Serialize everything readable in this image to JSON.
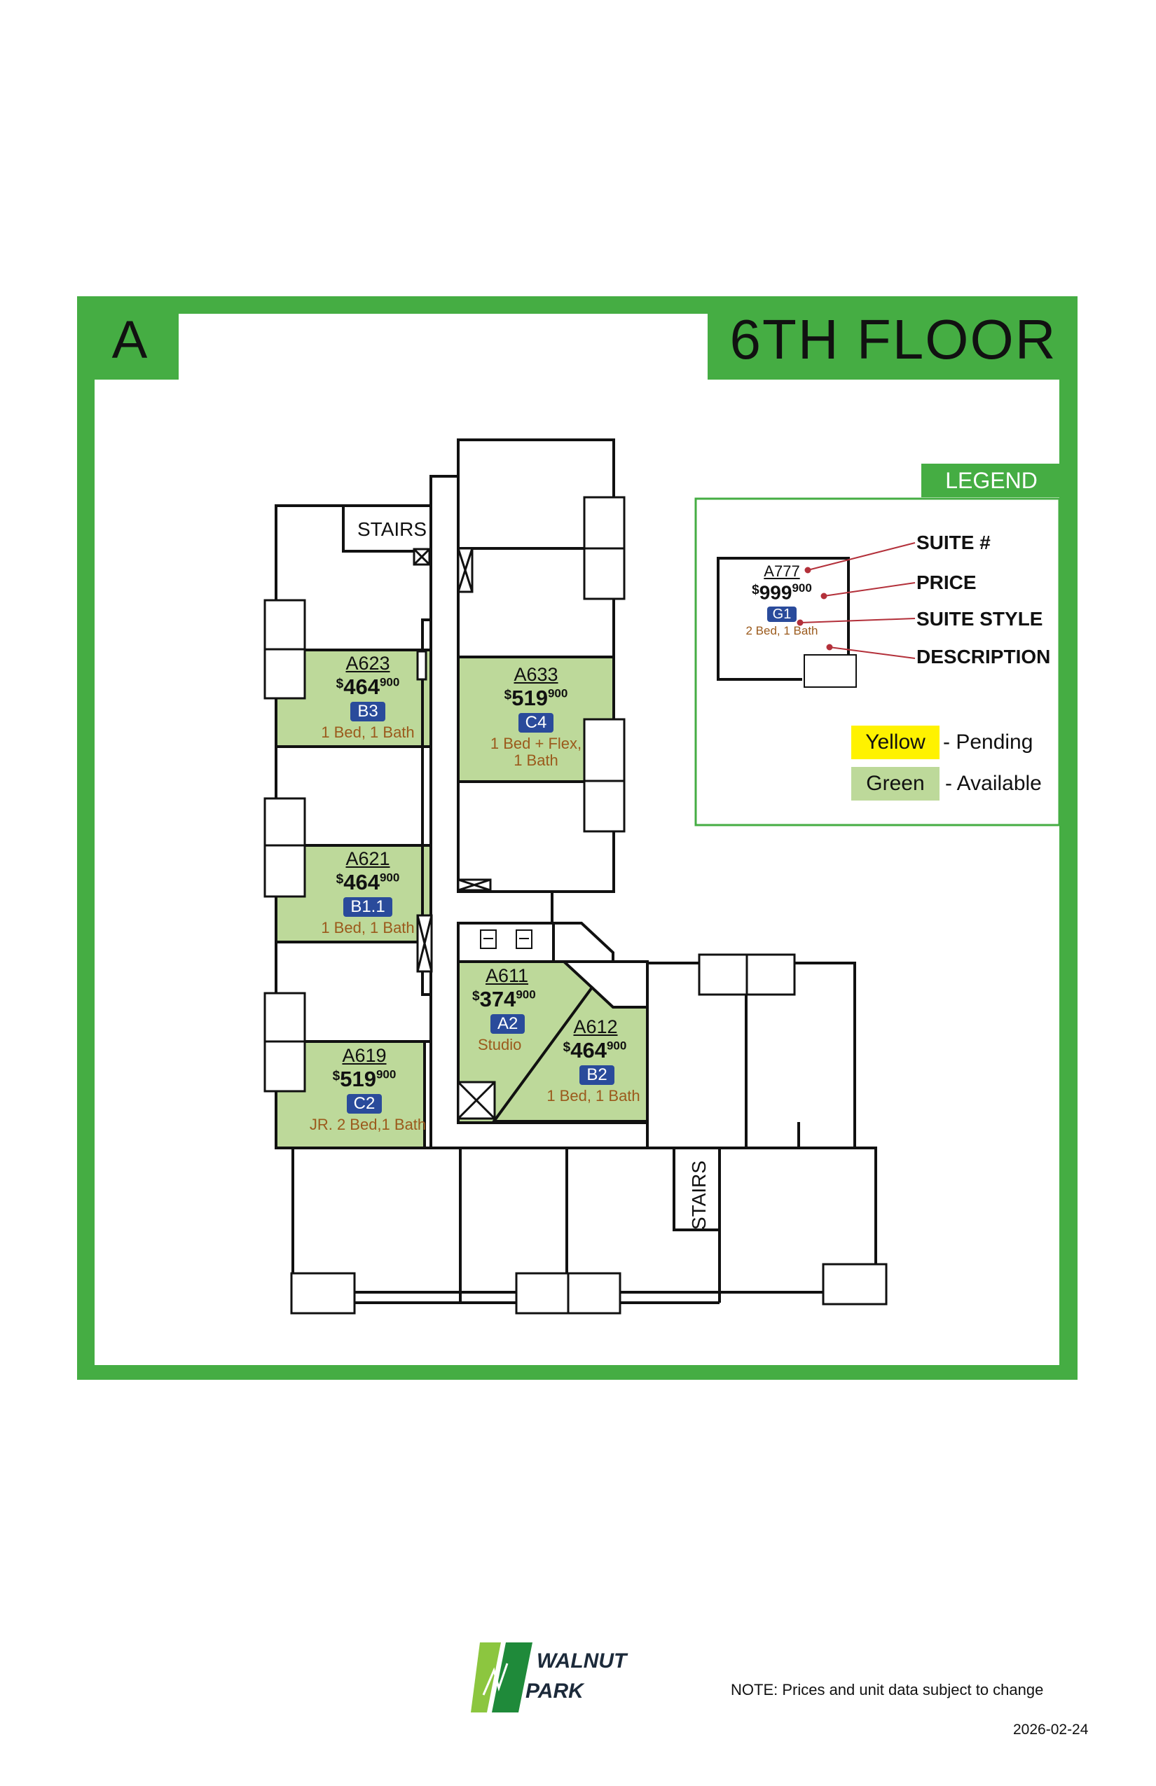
{
  "header": {
    "building": "A",
    "floor": "6TH FLOOR"
  },
  "colors": {
    "frame_green": "#45ad43",
    "available_green": "#bdd99a",
    "pending_yellow": "#fff200",
    "style_badge_blue": "#2a4b9b",
    "description_brown": "#9b5a1c"
  },
  "suites": [
    {
      "number": "A623",
      "price_currency": "$",
      "price_main": "464",
      "price_cents": "900",
      "style": "B3",
      "description": "1 Bed, 1 Bath",
      "status": "Available"
    },
    {
      "number": "A633",
      "price_currency": "$",
      "price_main": "519",
      "price_cents": "900",
      "style": "C4",
      "description": "1 Bed + Flex,\n1 Bath",
      "status": "Available"
    },
    {
      "number": "A621",
      "price_currency": "$",
      "price_main": "464",
      "price_cents": "900",
      "style": "B1.1",
      "description": "1 Bed, 1 Bath",
      "status": "Available"
    },
    {
      "number": "A611",
      "price_currency": "$",
      "price_main": "374",
      "price_cents": "900",
      "style": "A2",
      "description": "Studio",
      "status": "Available"
    },
    {
      "number": "A612",
      "price_currency": "$",
      "price_main": "464",
      "price_cents": "900",
      "style": "B2",
      "description": "1 Bed, 1 Bath",
      "status": "Available"
    },
    {
      "number": "A619",
      "price_currency": "$",
      "price_main": "519",
      "price_cents": "900",
      "style": "C2",
      "description": "JR. 2 Bed,1 Bath",
      "status": "Available"
    }
  ],
  "stairs_labels": [
    "STAIRS",
    "STAIRS"
  ],
  "legend": {
    "title": "LEGEND",
    "sample": {
      "number": "A777",
      "price_currency": "$",
      "price_main": "999",
      "price_cents": "900",
      "style": "G1",
      "description": "2 Bed, 1 Bath"
    },
    "keys": [
      "SUITE #",
      "PRICE",
      "SUITE STYLE",
      "DESCRIPTION"
    ],
    "statuses": [
      {
        "label": "Yellow",
        "meaning": "- Pending"
      },
      {
        "label": "Green",
        "meaning": "- Available"
      }
    ]
  },
  "logo": {
    "line1": "WALNUT",
    "line2": "PARK"
  },
  "footer": {
    "note": "NOTE: Prices and unit data subject to change",
    "date": "2026-02-24"
  }
}
